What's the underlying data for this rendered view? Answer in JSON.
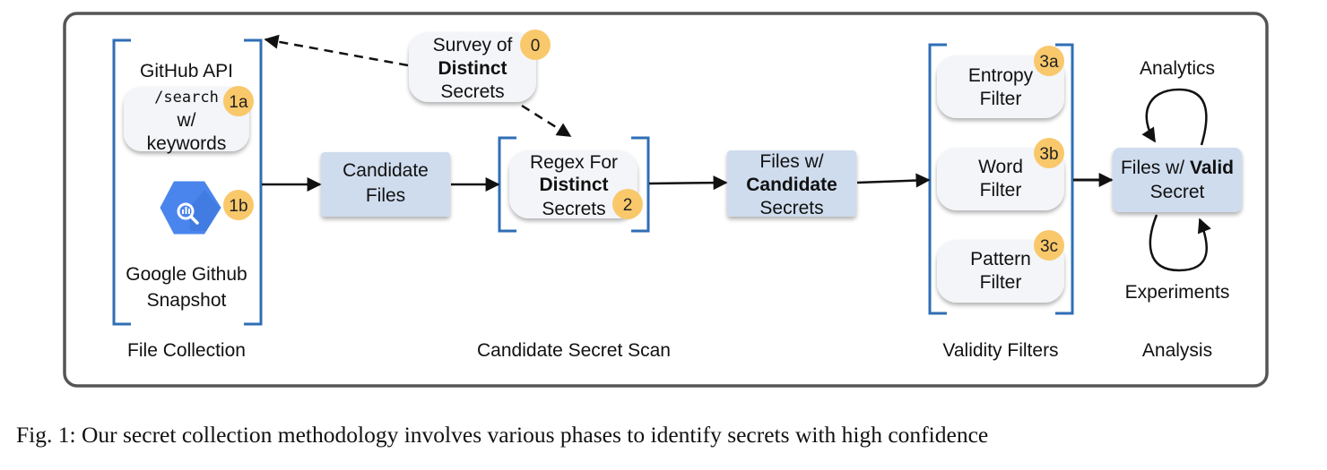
{
  "sources": {
    "github_api_title": "GitHub API",
    "search_code": "/search",
    "search_line2": "w/",
    "search_line3": "keywords",
    "google_line1": "Google Github",
    "google_line2": "Snapshot"
  },
  "candidate_files": {
    "line1": "Candidate",
    "line2": "Files"
  },
  "regex": {
    "line1": "Regex For",
    "line2": "Distinct",
    "line3": "Secrets"
  },
  "survey": {
    "line1": "Survey of",
    "line2": "Distinct",
    "line3": "Secrets"
  },
  "files_candidate": {
    "line1": "Files w/",
    "line2": "Candidate",
    "line3": "Secrets"
  },
  "filters": {
    "entropy": {
      "line1": "Entropy",
      "line2": "Filter"
    },
    "word": {
      "line1": "Word",
      "line2": "Filter"
    },
    "pattern": {
      "line1": "Pattern",
      "line2": "Filter"
    }
  },
  "valid": {
    "line1a": "Files w/ ",
    "line1b": "Valid",
    "line2": "Secret"
  },
  "loops": {
    "top": "Analytics",
    "bottom": "Experiments"
  },
  "badges": {
    "b0": "0",
    "b1a": "1a",
    "b1b": "1b",
    "b2": "2",
    "b3a": "3a",
    "b3b": "3b",
    "b3c": "3c"
  },
  "phases": {
    "collection": "File Collection",
    "scan": "Candidate Secret Scan",
    "validity": "Validity Filters",
    "analysis": "Analysis"
  },
  "caption": "Fig. 1: Our secret collection methodology involves various phases to identify secrets with high confidence",
  "colors": {
    "bracket": "#2f6eb5",
    "badge": "#f9c86b",
    "blue_box": "#cfdcee",
    "white_box": "#f3f5f8",
    "google_hex": "#4a85ee",
    "frame": "#555555"
  },
  "icons": {
    "google": "google-bigquery-icon"
  }
}
